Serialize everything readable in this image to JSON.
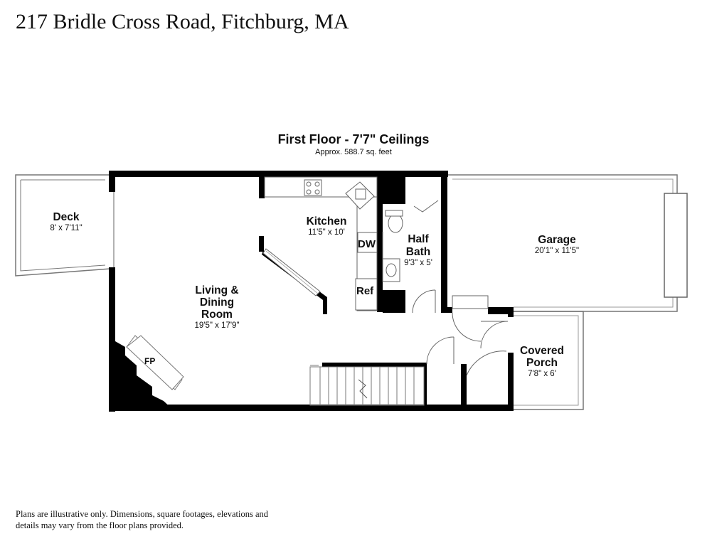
{
  "header": {
    "title": "217 Bridle Cross Road, Fitchburg, MA"
  },
  "floor": {
    "title": "First Floor - 7'7\" Ceilings",
    "area": "Approx. 588.7 sq. feet"
  },
  "rooms": {
    "deck": {
      "name": "Deck",
      "dims": "8' x 7'11\""
    },
    "kitchen": {
      "name": "Kitchen",
      "dims": "11'5\" x 10'"
    },
    "half_bath": {
      "name_line1": "Half",
      "name_line2": "Bath",
      "dims": "9'3\" x 5'"
    },
    "garage": {
      "name": "Garage",
      "dims": "20'1\" x 11'5\""
    },
    "living": {
      "name_line1": "Living &",
      "name_line2": "Dining",
      "name_line3": "Room",
      "dims": "19'5\" x 17'9\""
    },
    "porch": {
      "name_line1": "Covered",
      "name_line2": "Porch",
      "dims": "7'8\" x 6'"
    }
  },
  "fixtures": {
    "dishwasher": "DW",
    "refrigerator": "Ref",
    "fireplace": "FP"
  },
  "disclaimer": "Plans are illustrative only. Dimensions, square footages, elevations and details may vary from the floor plans provided."
}
